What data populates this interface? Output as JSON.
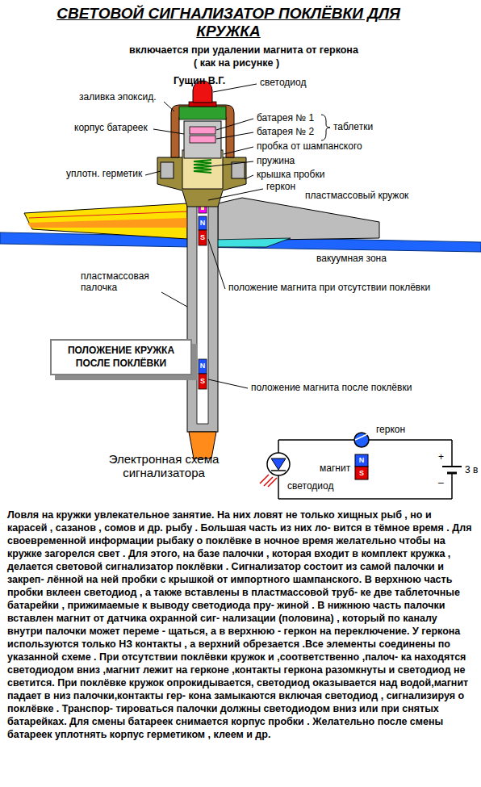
{
  "diagram": {
    "title": "СВЕТОВОЙ СИГНАЛИЗАТОР ПОКЛЁВКИ ДЛЯ КРУЖКА",
    "nodes": [
      {
        "text": [
          "ПОЛОЖЕНИЕ КРУЖКА ПОСЛЕ ПОКЛЁВКИ"
        ]
      }
    ],
    "labels": [
      "включается при удалении магнита от геркона",
      "( как на рисунке )",
      "Гущин В.Г.",
      "светодиод",
      "заливка эпоксид.",
      "батарея № 1",
      "батарея № 2",
      "таблетки",
      "корпус батареек",
      "пробка от шампанского",
      "пружина",
      "уплотн. герметик",
      "крышка пробки",
      "геркон",
      "пластмассовый кружок",
      "N",
      "S",
      "вакуумная зона",
      "пластмассовая палочка",
      "положение магнита при отсутствии поклёвки",
      "N",
      "S",
      "положение магнита после поклёвки",
      "Электронная схема сигнализатора",
      "геркон",
      "N",
      "S",
      "магнит",
      "+",
      "3 в",
      "светодиод",
      "–",
      "Ловля на кружки увлекательное занятие. На них ловят не только хищных рыб , но и карасей , сазанов , сомов и др. рыбу . Большая часть из них ло- вится в тёмное время . Для своевременной информации рыбаку о поклёвке в ночное время желательно чтобы на кружке загорелся свет . Для этого, на базе палочки , которая входит в комплект кружка , делается световой сигнализатор поклёвки . Сигнализатор состоит из самой палочки и закреп- лённой на ней пробки с крышкой от импортного шампанского. В верхнюю часть пробки вклеен светодиод , а также вставлены в пластмассовой труб- ке две таблеточные батарейки , прижимаемые к выводу светодиода пру- жиной . В нижнюю часть палочки вставлен магнит от датчика охранной сиг- нализации (половина) , который по каналу внутри палочки может переме - щаться, а в верхнюю - геркон на переключение. У геркона используются только НЗ контакты , а верхний обрезается .Все элементы соединены по указанной схеме . При отсутствии поклёвки кружок и ,соответственно ,палоч- ка находятся светодиодом вниз ,магнит лежит на герконе ,контакты геркона разомкнуты и светодиод не светится. При поклёвке кружок опрокидывается, светодиод оказывается над водой,магнит падает в низ палочки,контакты гер- кона замыкаются включая светодиод , сигнализируя о поклёвке . Транспор- тироваться палочки должны светодиодом вниз или при снятых батарейках. Для смены батареек снимается корпус пробки . Желательно после смены батареек уплотнять корпус герметиком , клеем и др."
    ]
  }
}
